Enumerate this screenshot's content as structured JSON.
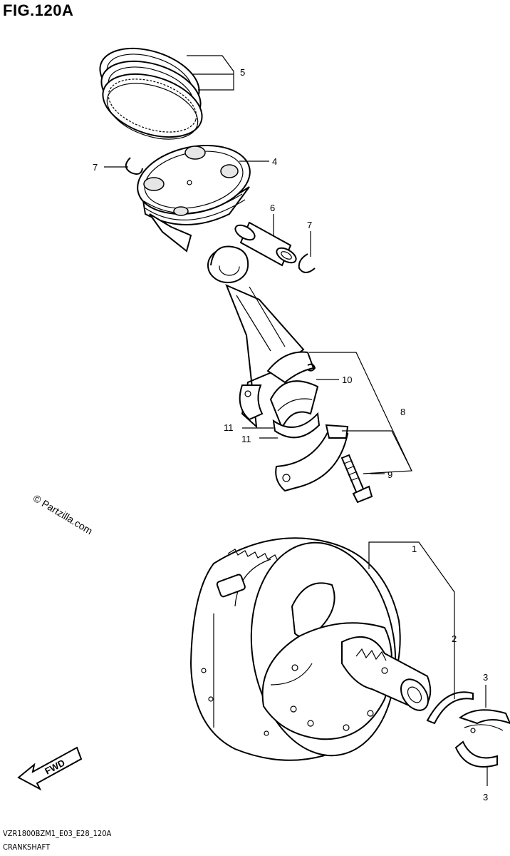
{
  "figure": {
    "title": "FIG.120A"
  },
  "copyright": "© Partzilla.com",
  "footer": {
    "code": "VZR1800BZM1_E03_E28_120A",
    "name": "CRANKSHAFT"
  },
  "fwd_label": "FWD",
  "callouts": [
    {
      "id": "c5",
      "text": "5"
    },
    {
      "id": "c7a",
      "text": "7"
    },
    {
      "id": "c4",
      "text": "4"
    },
    {
      "id": "c6",
      "text": "6"
    },
    {
      "id": "c7b",
      "text": "7"
    },
    {
      "id": "c10",
      "text": "10"
    },
    {
      "id": "c8",
      "text": "8"
    },
    {
      "id": "c11a",
      "text": "11"
    },
    {
      "id": "c11b",
      "text": "11"
    },
    {
      "id": "c9",
      "text": "9"
    },
    {
      "id": "c1",
      "text": "1"
    },
    {
      "id": "c2",
      "text": "2"
    },
    {
      "id": "c3a",
      "text": "3"
    },
    {
      "id": "c3b",
      "text": "3"
    }
  ]
}
